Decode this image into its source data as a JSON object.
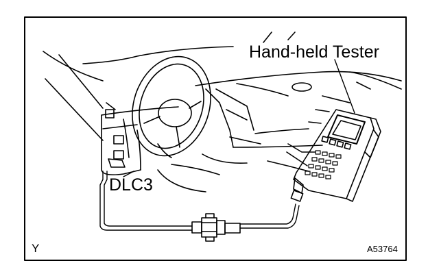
{
  "labels": {
    "tester": "Hand-held Tester",
    "connector": "DLC3",
    "corner": "Y",
    "figure_code": "A53764"
  }
}
